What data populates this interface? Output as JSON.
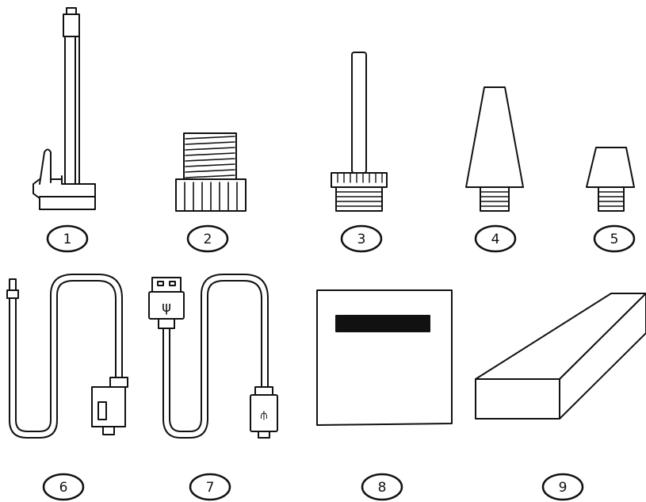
{
  "items": [
    {
      "number": "1",
      "icon": "extension-rod-with-clip-icon"
    },
    {
      "number": "2",
      "icon": "threaded-adapter-icon"
    },
    {
      "number": "3",
      "icon": "long-straight-nozzle-icon"
    },
    {
      "number": "4",
      "icon": "tapered-cone-nozzle-icon"
    },
    {
      "number": "5",
      "icon": "short-cone-nozzle-icon"
    },
    {
      "number": "6",
      "icon": "dc-power-cable-icon"
    },
    {
      "number": "7",
      "icon": "usb-cable-icon"
    },
    {
      "number": "8",
      "icon": "manual-booklet-icon"
    },
    {
      "number": "9",
      "icon": "packaging-box-icon"
    }
  ],
  "colors": {
    "stroke": "#111111",
    "fill": "#ffffff"
  }
}
